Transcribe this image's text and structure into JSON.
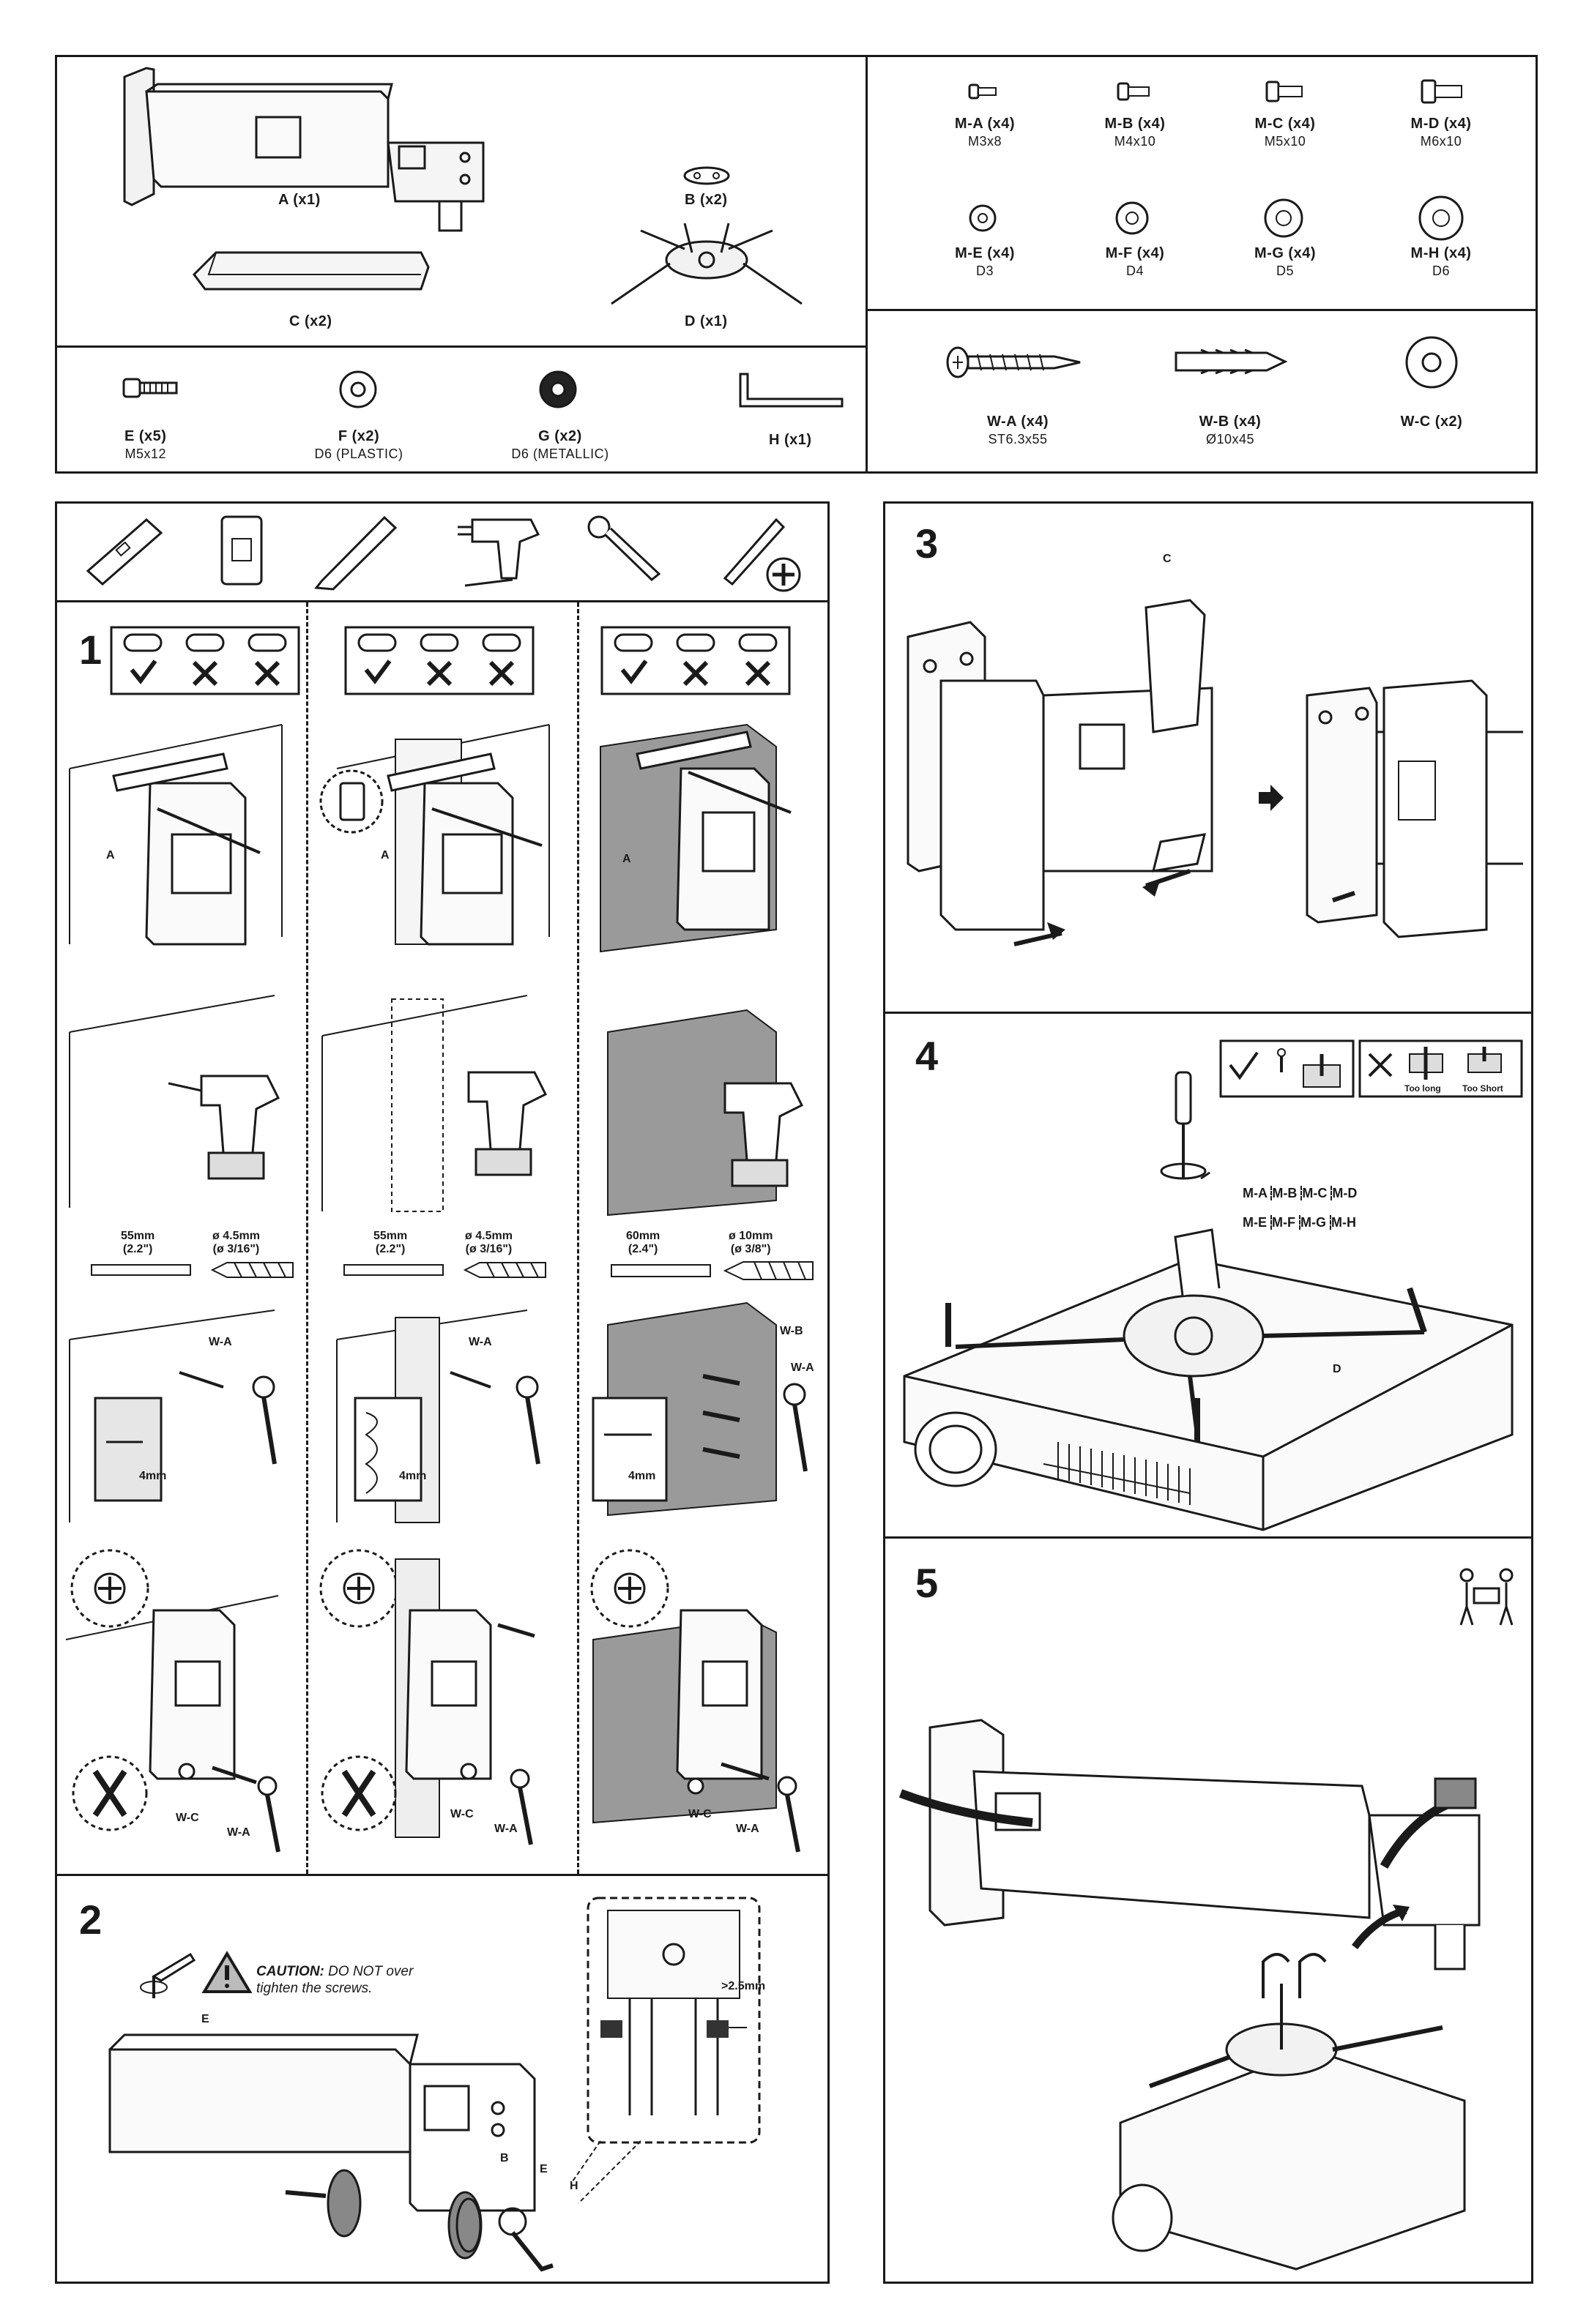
{
  "parts_top_left": {
    "A": {
      "label": "A (x1)"
    },
    "B": {
      "label": "B (x2)"
    },
    "C": {
      "label": "C (x2)"
    },
    "D": {
      "label": "D (x1)"
    }
  },
  "parts_bottom_left": [
    {
      "label": "E (x5)",
      "sub": "M5x12",
      "icon": "bolt-icon"
    },
    {
      "label": "F (x2)",
      "sub": "D6 (PLASTIC)",
      "icon": "washer-icon"
    },
    {
      "label": "G (x2)",
      "sub": "D6 (METALLIC)",
      "icon": "metal-washer-icon"
    },
    {
      "label": "H (x1)",
      "sub": "",
      "icon": "hex-key-icon"
    }
  ],
  "screws": [
    {
      "label": "M-A (x4)",
      "sub": "M3x8"
    },
    {
      "label": "M-B (x4)",
      "sub": "M4x10"
    },
    {
      "label": "M-C (x4)",
      "sub": "M5x10"
    },
    {
      "label": "M-D (x4)",
      "sub": "M6x10"
    }
  ],
  "washers": [
    {
      "label": "M-E (x4)",
      "sub": "D3"
    },
    {
      "label": "M-F (x4)",
      "sub": "D4"
    },
    {
      "label": "M-G (x4)",
      "sub": "D5"
    },
    {
      "label": "M-H (x4)",
      "sub": "D6"
    }
  ],
  "wall_parts": [
    {
      "label": "W-A (x4)",
      "sub": "ST6.3x55"
    },
    {
      "label": "W-B (x4)",
      "sub": "Ø10x45"
    },
    {
      "label": "W-C (x2)",
      "sub": ""
    }
  ],
  "tools": [
    "level-icon",
    "stud-finder-icon",
    "pencil-icon",
    "drill-icon",
    "wrench-icon",
    "phillips-screwdriver-icon"
  ],
  "steps": {
    "s1": "1",
    "s2": "2",
    "s3": "3",
    "s4": "4",
    "s5": "5"
  },
  "step1": {
    "columns": [
      {
        "wall": "drywall",
        "mark_a": "A",
        "dist": "55mm",
        "dist_in": "(2.2\")",
        "drill": "ø 4.5mm",
        "drill_in": "(ø 3/16\")",
        "screw": "W-A",
        "depth": "4mm",
        "washer": "W-C",
        "screw2": "W-A"
      },
      {
        "wall": "wood",
        "mark_a": "A",
        "dist": "55mm",
        "dist_in": "(2.2\")",
        "drill": "ø 4.5mm",
        "drill_in": "(ø 3/16\")",
        "screw": "W-A",
        "depth": "4mm",
        "washer": "W-C",
        "screw2": "W-A"
      },
      {
        "wall": "concrete",
        "mark_a": "A",
        "dist": "60mm",
        "dist_in": "(2.4\")",
        "drill": "ø 10mm",
        "drill_in": "(ø 3/8\")",
        "screw": "W-A",
        "anchor": "W-B",
        "depth": "4mm",
        "washer": "W-C",
        "screw2": "W-A"
      }
    ]
  },
  "step2": {
    "caution_title": "CAUTION:",
    "caution_text": "DO NOT over",
    "caution_text2": "tighten the screws.",
    "label_e_top": "E",
    "label_b": "B",
    "label_e": "E",
    "label_h": "H",
    "gap": ">2.5mm"
  },
  "step3": {
    "label_c": "C"
  },
  "step4": {
    "row1": [
      "M-A",
      "M-B",
      "M-C",
      "M-D"
    ],
    "row2": [
      "M-E",
      "M-F",
      "M-G",
      "M-H"
    ],
    "label_d": "D",
    "too_long": "Too long",
    "too_short": "Too Short"
  }
}
